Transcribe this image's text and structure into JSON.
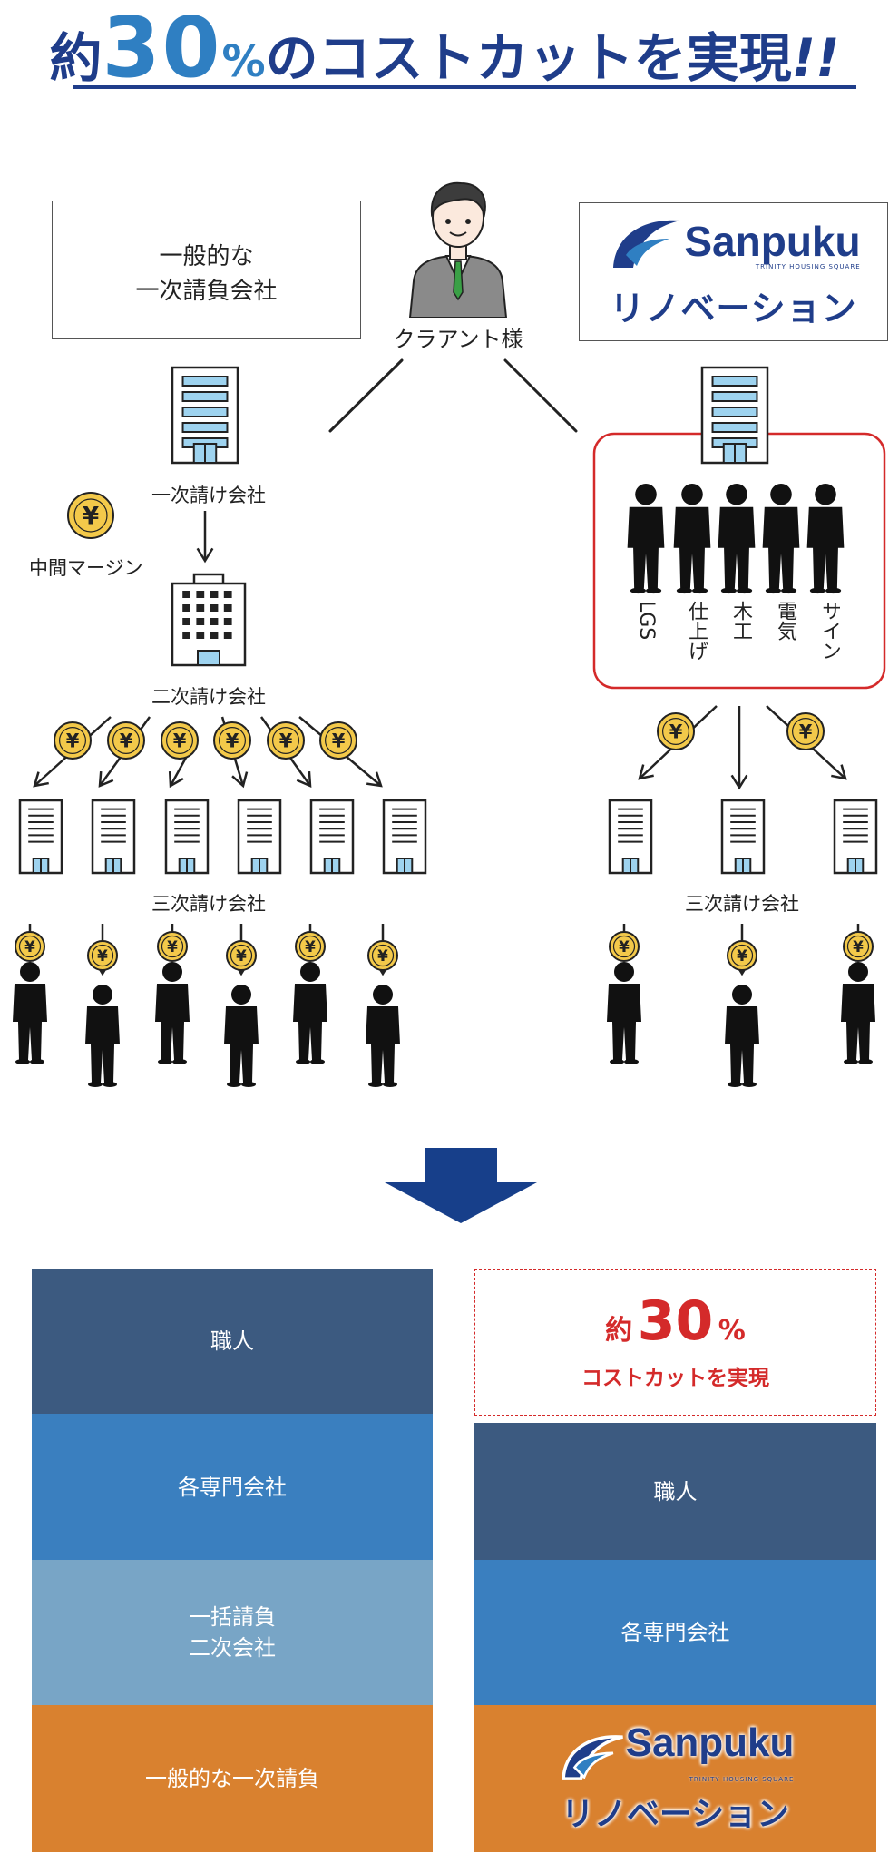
{
  "heading": {
    "pre": "約",
    "number": "30",
    "pct": "%",
    "post": "のコストカットを実現",
    "excl": "!!"
  },
  "left_box": {
    "line1": "一般的な",
    "line2": "一次請負会社"
  },
  "client_label": "クラアント様",
  "brand": {
    "name": "Sanpuku",
    "tagline": "TRINITY HOUSING SQUARE",
    "sub": "リノベーション"
  },
  "left_tree": {
    "primary_label": "一次請け会社",
    "margin_label": "中間マージン",
    "secondary_label": "二次請け会社",
    "tertiary_label": "三次請け会社"
  },
  "right_tree": {
    "trades": [
      "LGS",
      "仕上げ",
      "木工",
      "電気",
      "サイン"
    ],
    "tertiary_label": "三次請け会社"
  },
  "yen_symbol": "¥",
  "comparison": {
    "left_blocks": [
      "職人",
      "各専門会社",
      "一括請負\n二次会社",
      "一般的な一次請負"
    ],
    "right_blocks": [
      "職人",
      "各専門会社"
    ],
    "saving": {
      "pre": "約",
      "number": "30",
      "pct": "%",
      "text": "コストカットを実現"
    }
  },
  "colors": {
    "navy": "#1f3d8a",
    "blue": "#2f7fc2",
    "dark_block": "#3c5a80",
    "mid_block": "#3a7fbf",
    "light_block": "#78a5c6",
    "orange": "#d9812f",
    "red": "#d42a2a",
    "coin": "#f3c94a"
  }
}
